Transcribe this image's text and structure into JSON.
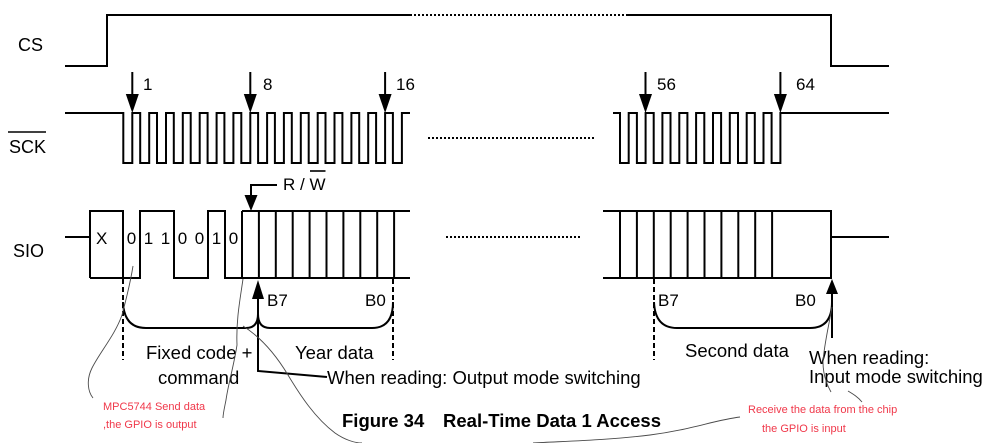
{
  "figure": {
    "caption_number": "Figure 34",
    "caption_title": "Real-Time Data 1 Access"
  },
  "signals": {
    "cs": "CS",
    "sck": "SCK",
    "sio": "SIO"
  },
  "sck_markers": [
    "1",
    "8",
    "16",
    "56",
    "64"
  ],
  "sio": {
    "dont_care": "X",
    "command_bits": [
      "0",
      "1",
      "1",
      "0",
      "0",
      "1",
      "0"
    ],
    "rw": {
      "read": "R",
      "separator": "/",
      "write": "W"
    },
    "year_msb": "B7",
    "year_lsb": "B0",
    "second_msb": "B7",
    "second_lsb": "B0"
  },
  "segments": {
    "fixed_code": [
      "Fixed code +",
      "command"
    ],
    "year": "Year data",
    "second": "Second data"
  },
  "notes": {
    "output_switch": "When reading: Output mode switching",
    "input_switch": [
      "When reading:",
      "Input mode switching"
    ]
  },
  "annotations": {
    "send": [
      "MPC5744 Send data",
      ",the GPIO is output"
    ],
    "receive": [
      "Receive the data from the chip",
      "the GPIO is input"
    ]
  },
  "colors": {
    "waveform": "#000000",
    "annotation_text": "#f0384a",
    "pen_stroke": "#4a4a4a"
  }
}
